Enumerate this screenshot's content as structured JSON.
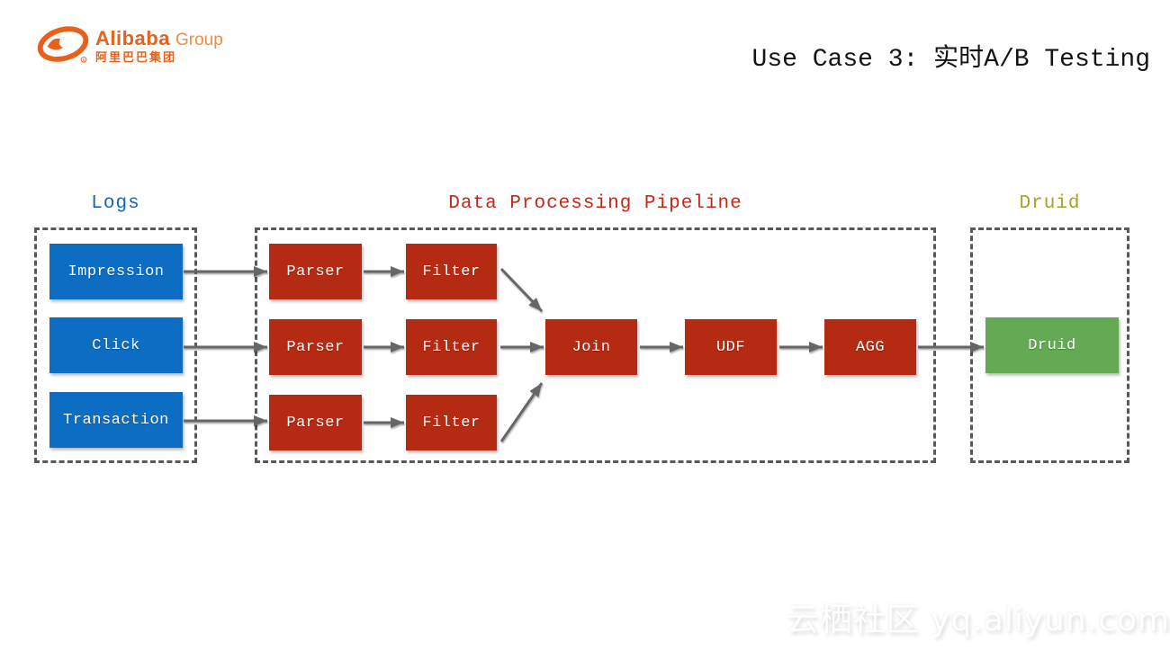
{
  "logo": {
    "brand": "Alibaba",
    "group": "Group",
    "chinese": "阿里巴巴集团",
    "registered": "®",
    "color": "#e8611c"
  },
  "title": "Use Case 3: 实时A/B Testing",
  "sections": {
    "logs": {
      "label": "Logs",
      "label_color": "#1565c0",
      "items": [
        {
          "label": "Impression"
        },
        {
          "label": "Click"
        },
        {
          "label": "Transaction"
        }
      ]
    },
    "pipeline": {
      "label": "Data Processing Pipeline",
      "label_color": "#bf2a1a",
      "rows": [
        {
          "parser": "Parser",
          "filter": "Filter"
        },
        {
          "parser": "Parser",
          "filter": "Filter"
        },
        {
          "parser": "Parser",
          "filter": "Filter"
        }
      ],
      "stages": {
        "join": "Join",
        "udf": "UDF",
        "agg": "AGG"
      }
    },
    "druid": {
      "label": "Druid",
      "label_color": "#a4a22a",
      "node": "Druid"
    }
  },
  "colors": {
    "source_box": "#0c6dc2",
    "process_box": "#b42a13",
    "sink_box": "#64a953",
    "dashed_border": "#595959",
    "arrow": "#666666"
  },
  "watermark": "云栖社区 yq.aliyun.com"
}
